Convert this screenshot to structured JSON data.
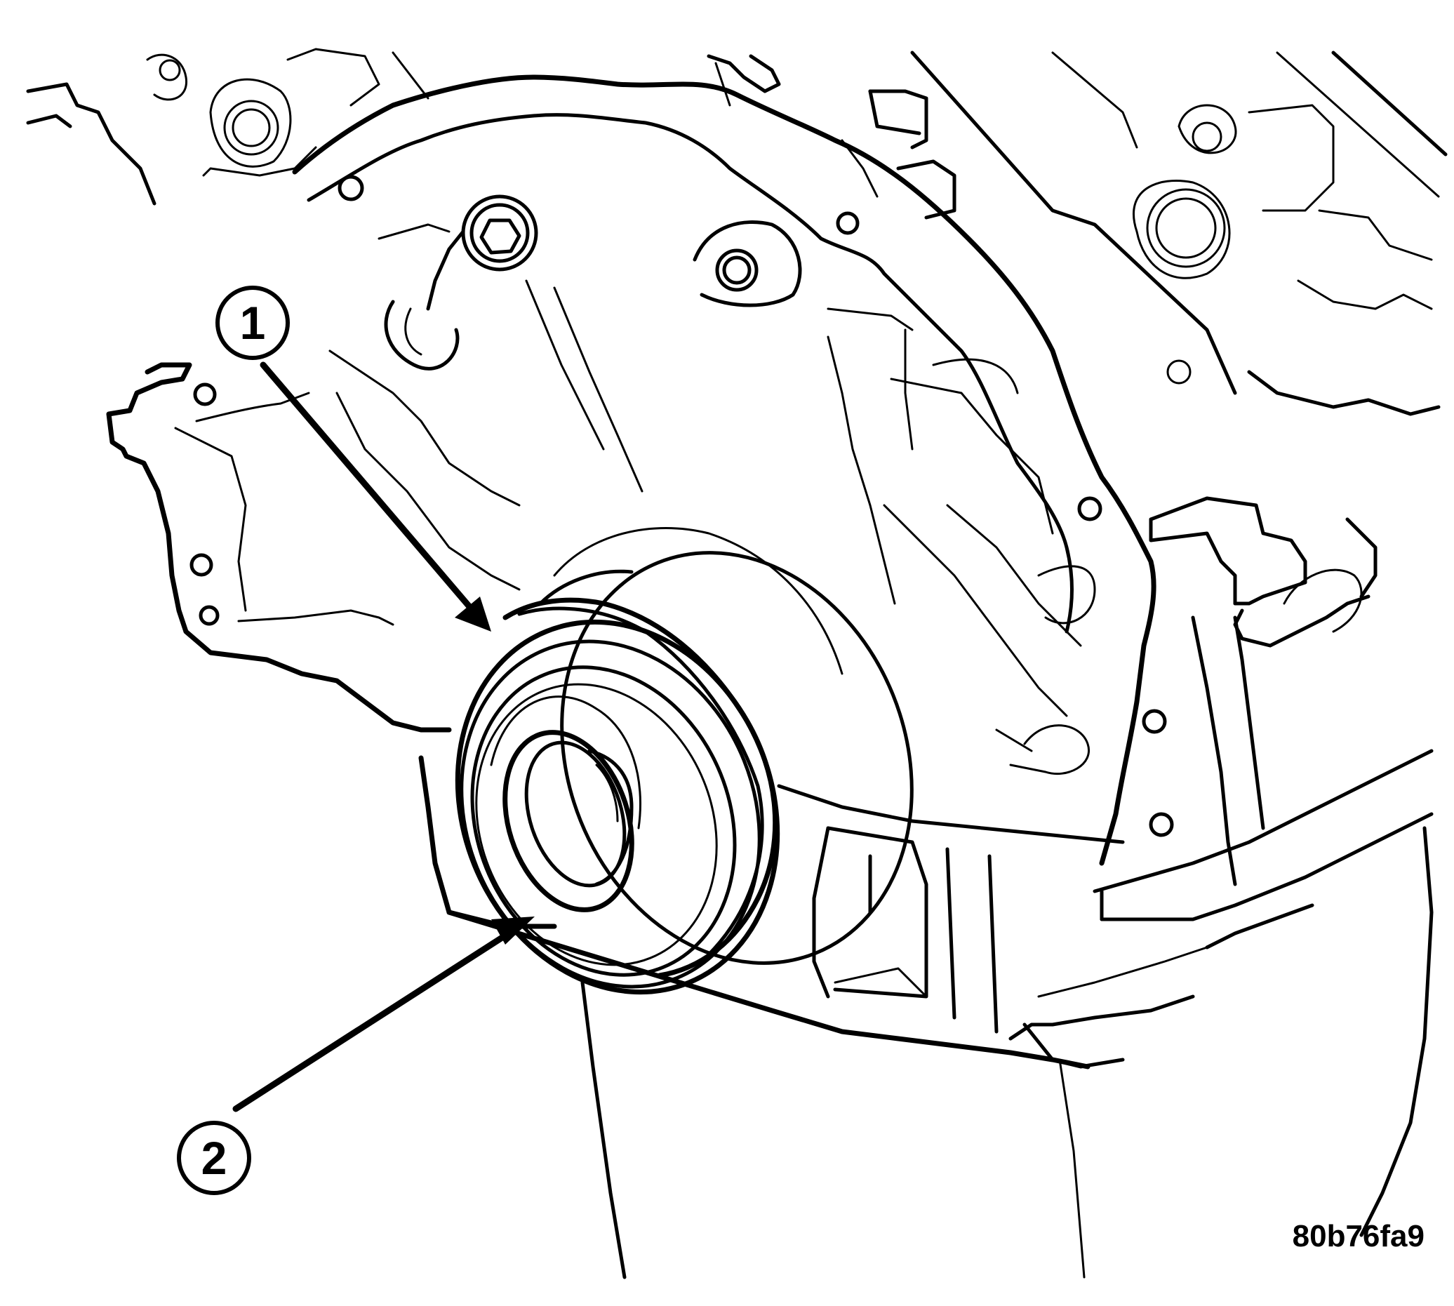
{
  "diagram": {
    "callouts": [
      {
        "id": "1",
        "label": "1"
      },
      {
        "id": "2",
        "label": "2"
      }
    ],
    "figure_id": "80b76fa9"
  }
}
